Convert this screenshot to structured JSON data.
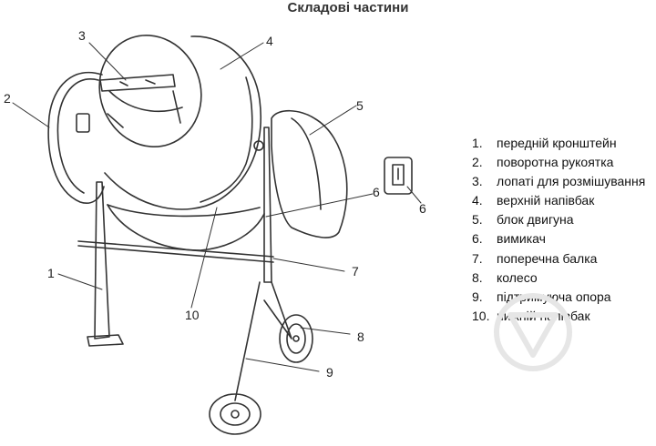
{
  "title": "Складові частини",
  "callouts": {
    "c1": "1",
    "c2": "2",
    "c3": "3",
    "c4": "4",
    "c5": "5",
    "c6a": "6",
    "c6b": "6",
    "c7": "7",
    "c8": "8",
    "c9": "9",
    "c10": "10"
  },
  "legend": [
    {
      "num": "1.",
      "label": "передній кронштейн"
    },
    {
      "num": "2.",
      "label": "поворотна рукоятка"
    },
    {
      "num": "3.",
      "label": "лопаті для розмішування"
    },
    {
      "num": "4.",
      "label": "верхній напівбак"
    },
    {
      "num": "5.",
      "label": "блок двигуна"
    },
    {
      "num": "6.",
      "label": "вимикач"
    },
    {
      "num": "7.",
      "label": "поперечна балка"
    },
    {
      "num": "8.",
      "label": "колесо"
    },
    {
      "num": "9.",
      "label": "підтримуюча опора"
    },
    {
      "num": "10.",
      "label": "нижній напівбак"
    }
  ],
  "colors": {
    "line": "#333333",
    "watermark": "#e6e6e6"
  }
}
